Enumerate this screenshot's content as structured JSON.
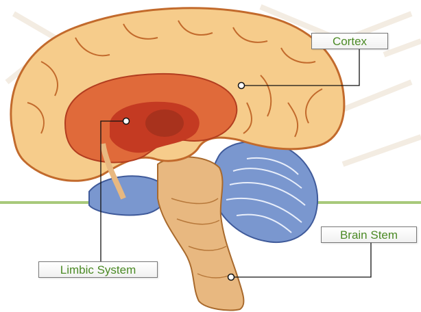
{
  "labels": {
    "cortex": "Cortex",
    "brain_stem": "Brain Stem",
    "limbic_system": "Limbic System"
  },
  "colors": {
    "label_text": "#4b8a25",
    "divider": "#a8c97a",
    "cortex": "#f6cc8b",
    "cortex_outline": "#c26a2c",
    "limbic": "#e06a3a",
    "limbic_inner": "#c43a22",
    "cerebellum": "#7a97cf",
    "brain_stem": "#e8b880",
    "leader_line": "#111111"
  },
  "icons": {
    "pointer": "circle-marker-icon"
  }
}
